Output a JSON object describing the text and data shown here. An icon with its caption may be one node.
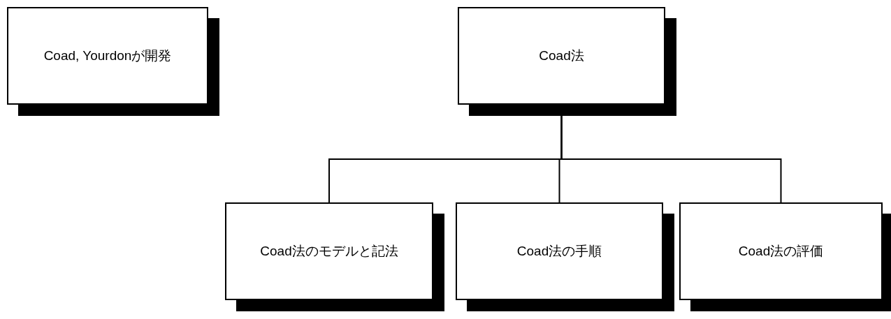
{
  "diagram": {
    "nodes": [
      {
        "text": [
          "Coad, Yourdonが開発"
        ]
      },
      {
        "text": [
          "Coad法"
        ]
      },
      {
        "text": [
          "Coad法のモデルと記法"
        ]
      },
      {
        "text": [
          "Coad法の手順"
        ]
      },
      {
        "text": [
          "Coad法の評価"
        ]
      }
    ],
    "edges": [
      {
        "from": 1,
        "to": 2,
        "arrow": "none"
      },
      {
        "from": 1,
        "to": 3,
        "arrow": "none"
      },
      {
        "from": 1,
        "to": 4,
        "arrow": "none"
      }
    ]
  }
}
